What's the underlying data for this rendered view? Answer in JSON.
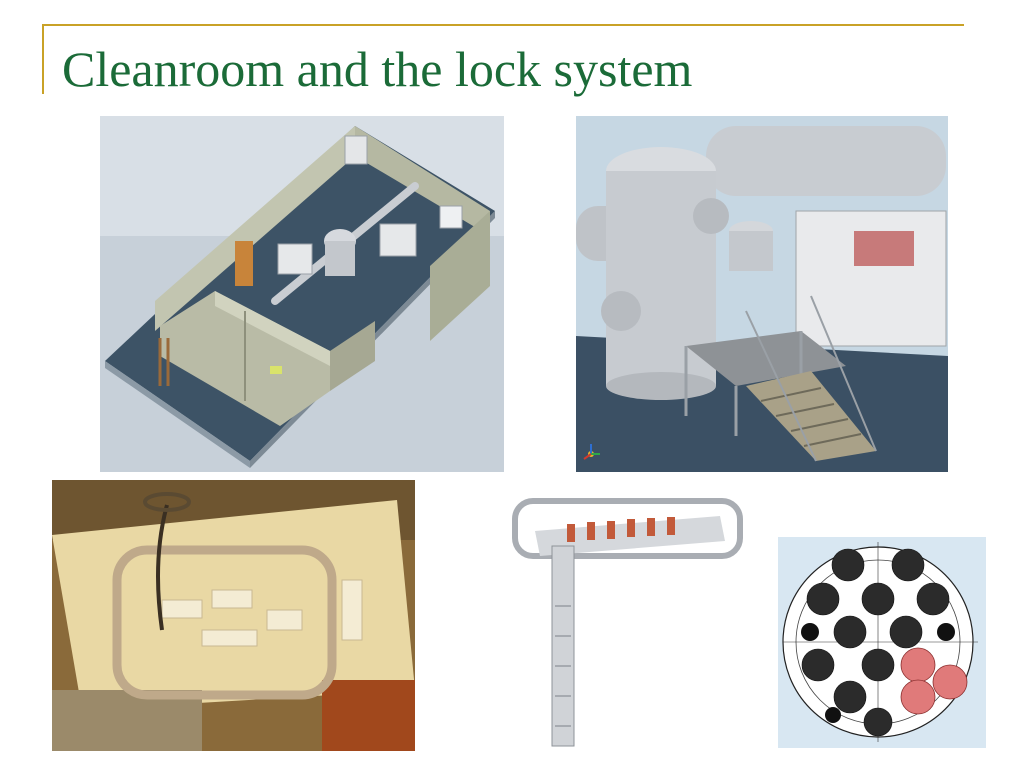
{
  "slide": {
    "title": "Cleanroom and the lock system",
    "accent_color": "#c9a227",
    "title_color": "#1b6b38"
  },
  "images": [
    {
      "name": "cleanroom-layout-render"
    },
    {
      "name": "vessel-platform-render"
    },
    {
      "name": "lock-rail-photo"
    },
    {
      "name": "lock-rail-render"
    },
    {
      "name": "detector-cross-section-drawing"
    }
  ]
}
